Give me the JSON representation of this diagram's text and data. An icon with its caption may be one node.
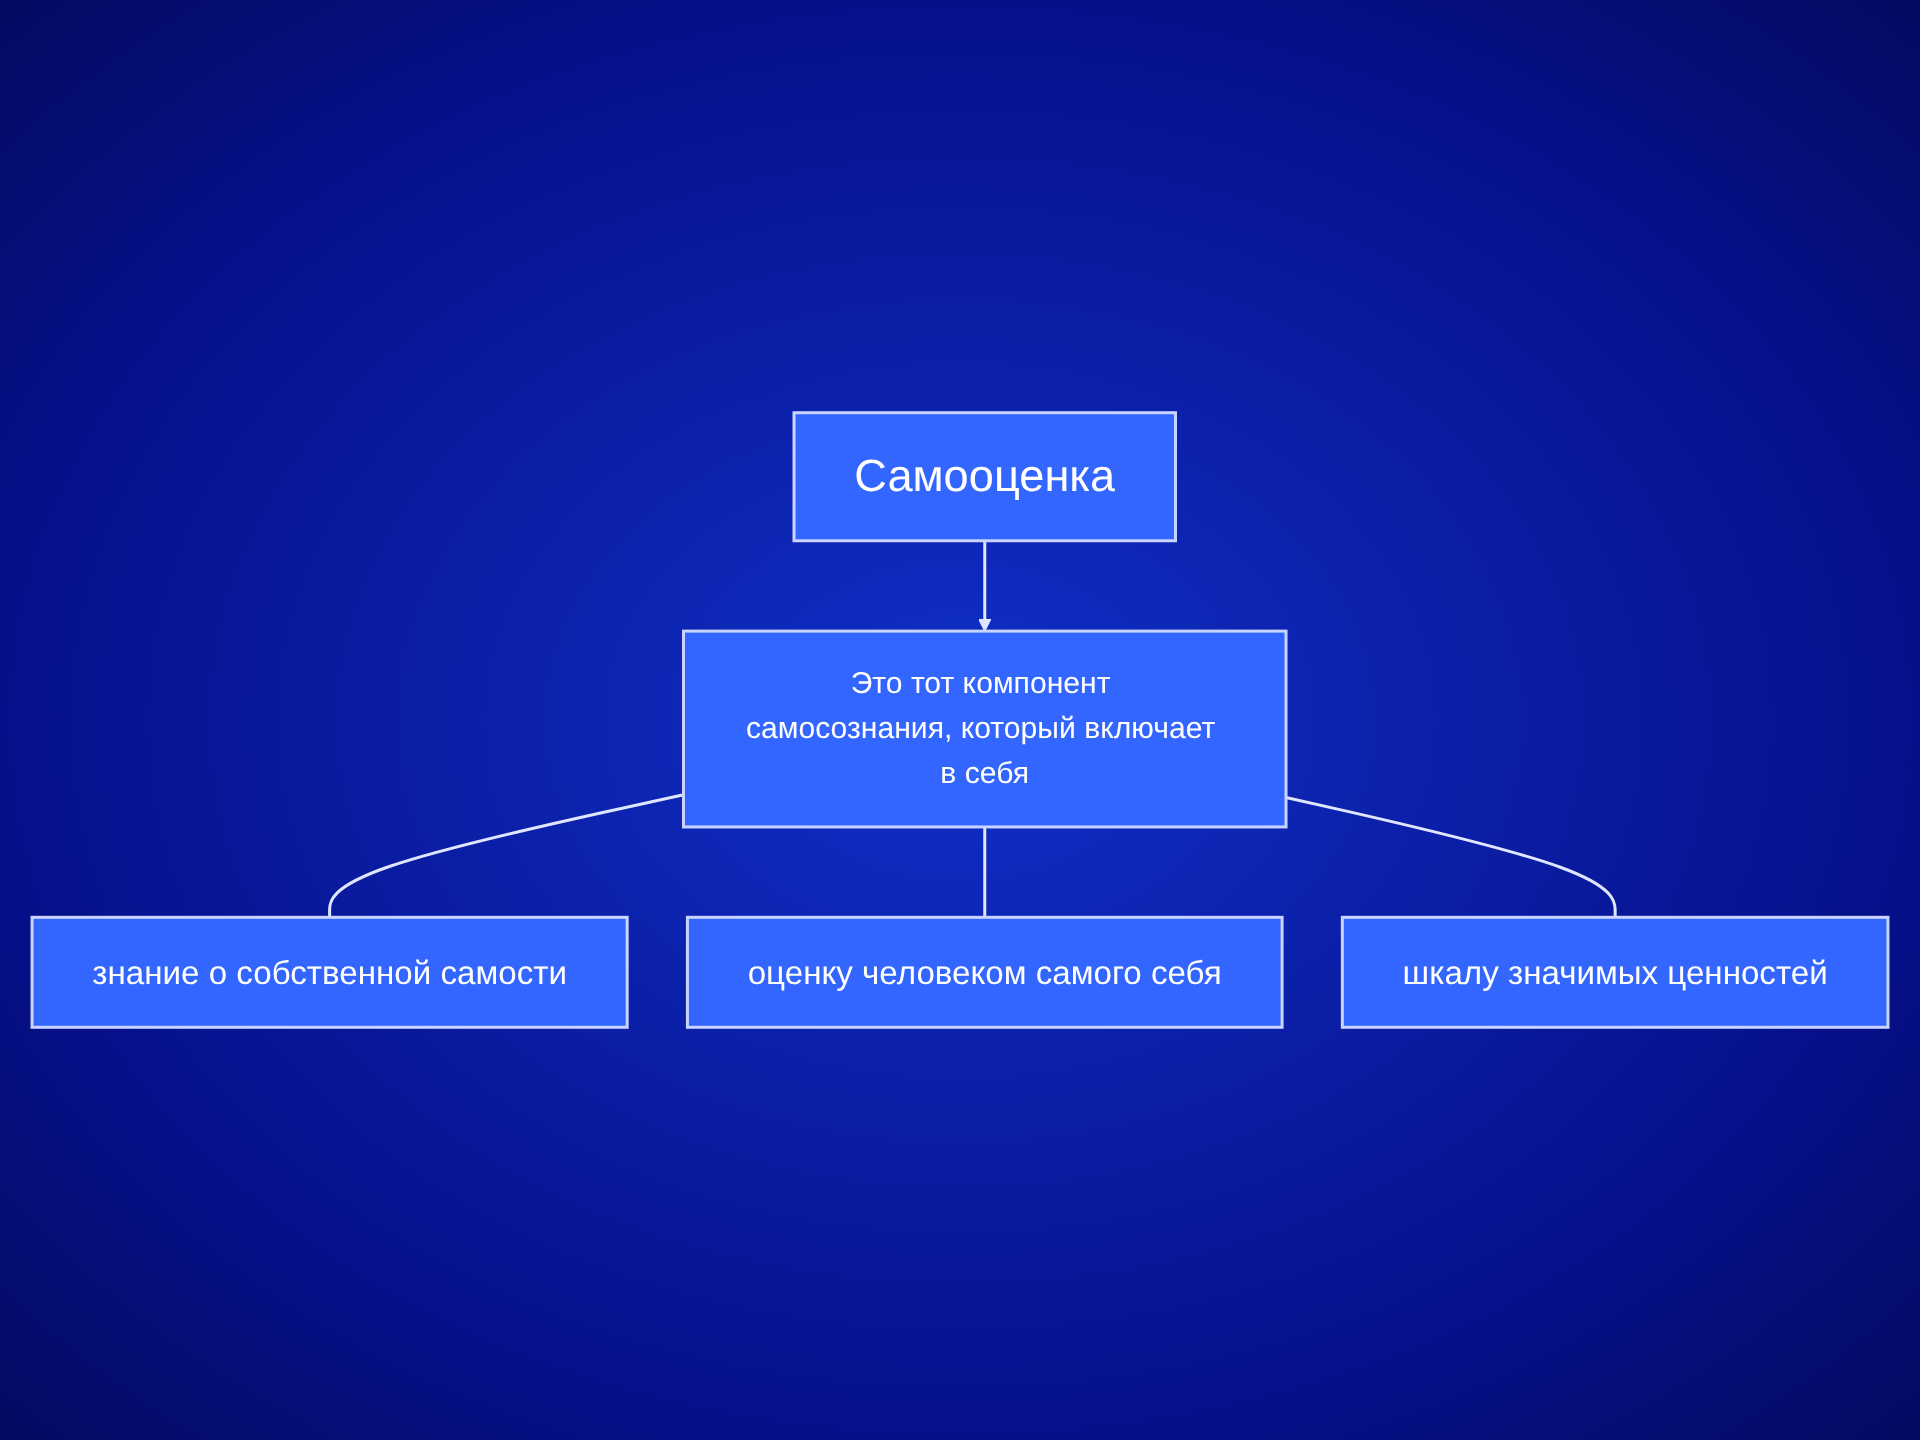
{
  "diagram": {
    "nodes": [
      {
        "text": [
          "Самооценка"
        ]
      },
      {
        "text": [
          "Это тот компонент самосознания, который включает в себя"
        ]
      },
      {
        "text": [
          "знание о собственной самости"
        ]
      },
      {
        "text": [
          "оценку человеком самого себя"
        ]
      },
      {
        "text": [
          "шкалу значимых ценностей"
        ]
      }
    ],
    "edges": [
      {
        "from": 0,
        "to": 1,
        "arrow": "to"
      },
      {
        "from": 1,
        "to": 2,
        "arrow": "none"
      },
      {
        "from": 1,
        "to": 3,
        "arrow": "none"
      },
      {
        "from": 1,
        "to": 4,
        "arrow": "none"
      }
    ]
  }
}
